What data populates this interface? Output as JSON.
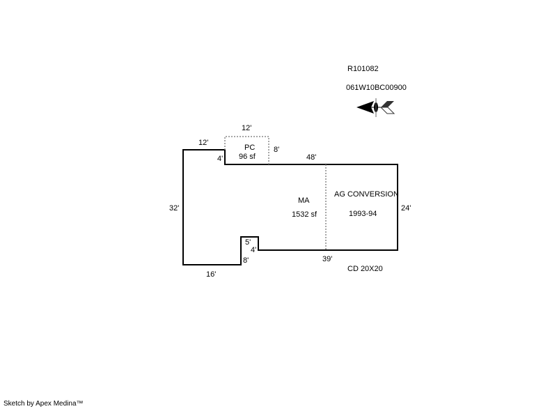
{
  "header": {
    "parcel_id": "R101082",
    "map_number": "061W10BC00900"
  },
  "compass": {
    "icon": "north-arrow-icon"
  },
  "areas": {
    "pc": {
      "code": "PC",
      "area": "96 sf"
    },
    "ma": {
      "code": "MA",
      "area": "1532 sf"
    },
    "ag": {
      "label": "AG CONVERSION",
      "years": "1993-94"
    },
    "cd": "CD  20X20"
  },
  "dimensions": {
    "pc_top": "12'",
    "pc_right": "8'",
    "top_left": "12'",
    "left_notch": "4'",
    "top_main": "48'",
    "left": "32'",
    "right": "24'",
    "bottom_left": "16'",
    "notch_right": "8'",
    "notch_top": "5'",
    "notch_side": "4'",
    "bottom_main": "39'"
  },
  "footer": {
    "credit": "Sketch by Apex Medina™"
  }
}
